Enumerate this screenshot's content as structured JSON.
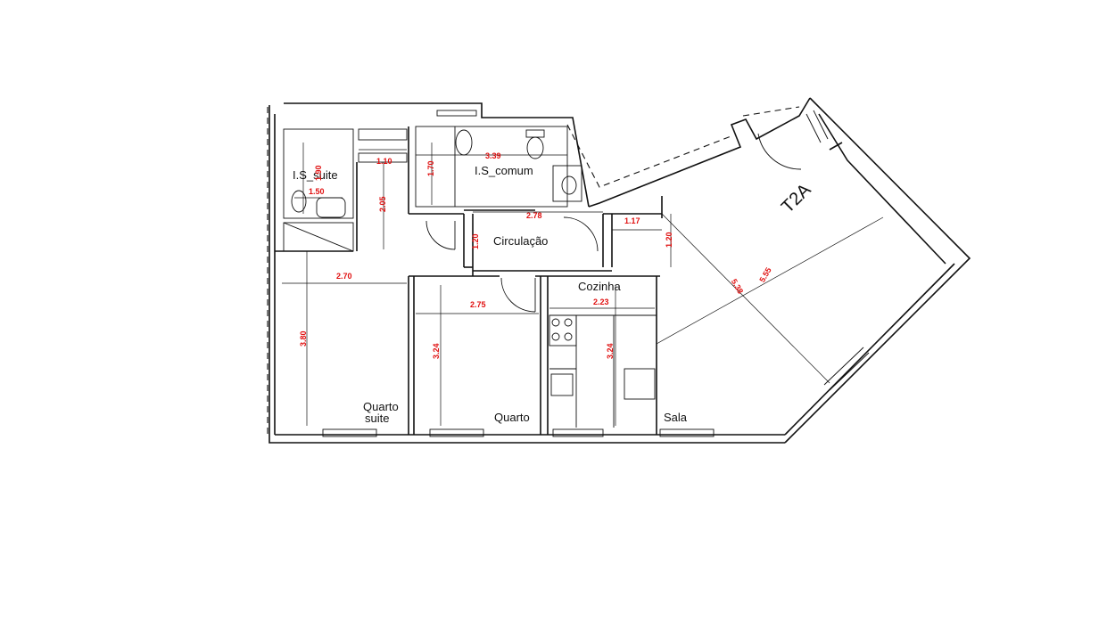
{
  "unit_label": "T2A",
  "rooms": {
    "is_suite": "I.S_suite",
    "is_comum": "I.S_comum",
    "circulacao": "Circulação",
    "cozinha": "Cozinha",
    "quarto_suite_1": "Quarto",
    "quarto_suite_2": "suite",
    "quarto": "Quarto",
    "sala": "Sala"
  },
  "measurements": {
    "is_suite_h": "1.90",
    "is_suite_w": "1.50",
    "corridor_suite": "1.10",
    "suite_closet_h": "2.05",
    "is_comum_w": "3.39",
    "is_comum_h": "1.70",
    "circ_w": "2.78",
    "circ_h": "1.20",
    "hall_w": "1.17",
    "hall_h": "1.20",
    "qsuite_w": "2.70",
    "qsuite_h": "3.80",
    "quarto_w": "2.75",
    "quarto_h": "3.24",
    "cozinha_w": "2.23",
    "cozinha_h": "3.24",
    "sala_d1": "5.38",
    "sala_d2": "5.55"
  }
}
